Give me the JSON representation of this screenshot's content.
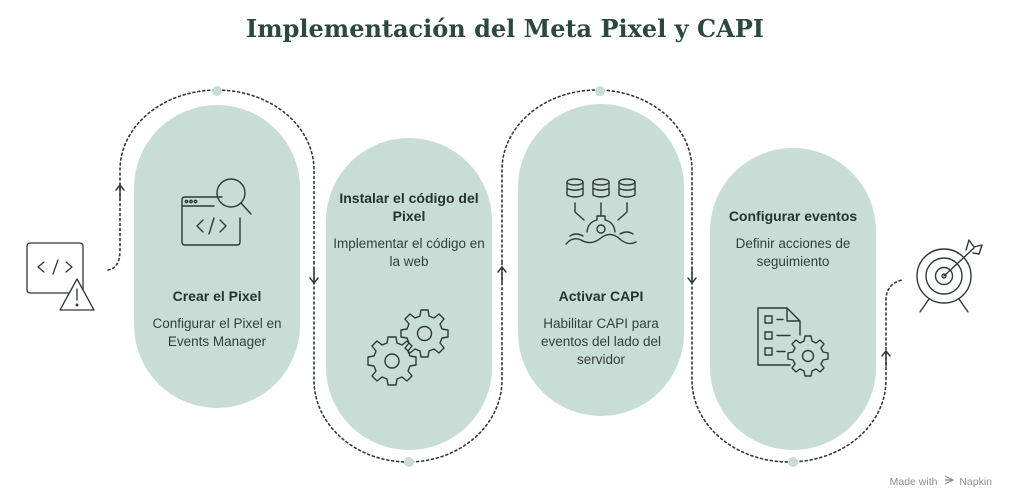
{
  "title": "Implementación del Meta Pixel y CAPI",
  "steps": [
    {
      "title": "Crear el Pixel",
      "description": "Configurar el Pixel en Events Manager",
      "icon": "browser-search-icon"
    },
    {
      "title": "Instalar el código del Pixel",
      "description": "Implementar el código en la web",
      "icon": "gears-icon"
    },
    {
      "title": "Activar CAPI",
      "description": "Habilitar CAPI para eventos del lado del servidor",
      "icon": "database-server-icon"
    },
    {
      "title": "Configurar eventos",
      "description": "Definir acciones de seguimiento",
      "icon": "checklist-gear-icon"
    }
  ],
  "start_icon": "code-warning-icon",
  "end_icon": "target-icon",
  "footer": {
    "prefix": "Made with",
    "brand": "Napkin"
  },
  "colors": {
    "card": "#c8ddd5",
    "title": "#2b4a3a",
    "line": "#2f3a34",
    "dot": "#c8ddd5"
  }
}
